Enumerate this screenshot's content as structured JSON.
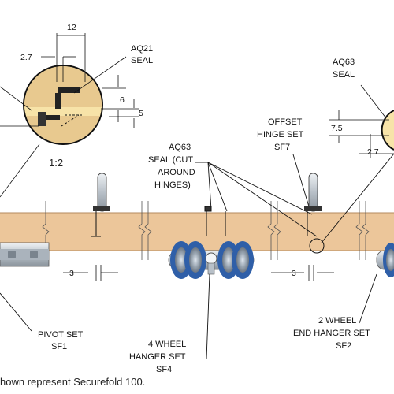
{
  "callouts": {
    "aq21_seal": [
      "AQ21",
      "SEAL"
    ],
    "aq63_seal_right": [
      "AQ63",
      "SEAL"
    ],
    "aq63_seal_cut": [
      "AQ63",
      "SEAL (CUT",
      "AROUND",
      "HINGES)"
    ],
    "offset_hinge_set": [
      "OFFSET",
      "HINGE SET",
      "SF7"
    ],
    "pivot_set": [
      "PIVOT SET",
      "SF1"
    ],
    "four_wheel_hanger_set": [
      "4 WHEEL",
      "HANGER SET",
      "SF4"
    ],
    "two_wheel_end_hanger_set": [
      "2 WHEEL",
      "END HANGER SET",
      "SF2"
    ]
  },
  "dimensions": {
    "top_width": "12",
    "left_offset": "2.7",
    "seal_height_6": "6",
    "seal_height_5": "5",
    "scale": "1:2",
    "gap_left": "3",
    "gap_right": "3",
    "right_height": "7.5",
    "right_offset": "2.7"
  },
  "caption": "hown represent Securefold 100.",
  "colors": {
    "panel": "#ecc69a",
    "detail_fill": "#f7e3a8",
    "wheel_blue": "#2f5fa8",
    "steel": "#b8c0c8",
    "line": "#111111"
  }
}
